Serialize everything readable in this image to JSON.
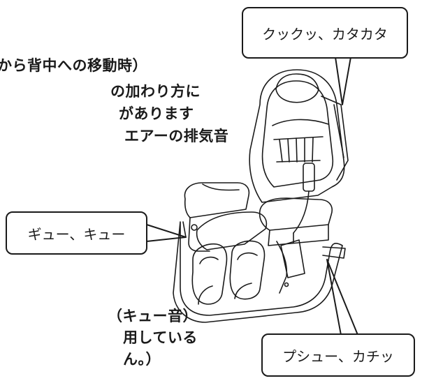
{
  "upper_note": {
    "lines": [
      "から背中への移動時）",
      "の加わり方に",
      "があります",
      "エアーの排気音"
    ]
  },
  "lower_note": {
    "lines": [
      "（キュー音）",
      "用している",
      "ん。）"
    ]
  },
  "callouts": {
    "top_right": "クックッ、カタカタ",
    "left": "ギュー、キュー",
    "bottom_right": "プシュー、カチッ"
  }
}
